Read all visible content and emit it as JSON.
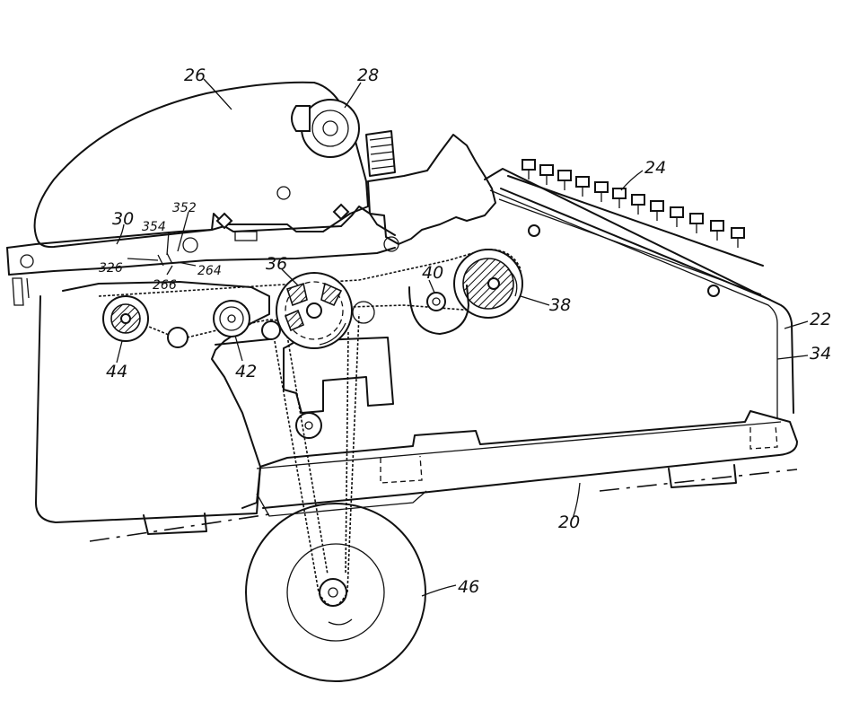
{
  "reference_numerals": {
    "n20": "20",
    "n22": "22",
    "n24": "24",
    "n26": "26",
    "n28": "28",
    "n30": "30",
    "n34": "34",
    "n36": "36",
    "n38": "38",
    "n40": "40",
    "n42": "42",
    "n44": "44",
    "n46": "46",
    "n264": "264",
    "n266": "266",
    "n326": "326",
    "n352": "352",
    "n354": "354"
  }
}
